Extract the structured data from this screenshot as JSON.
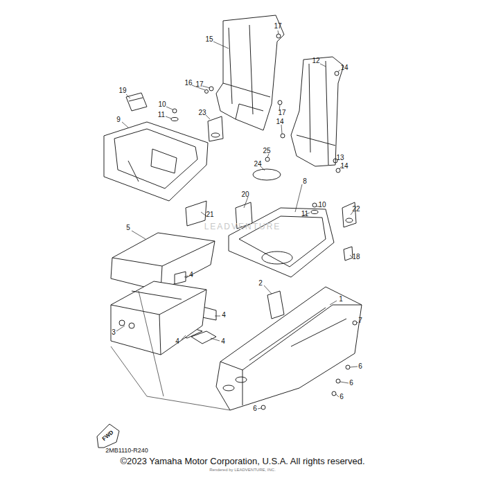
{
  "diagram": {
    "caption": "©2023 Yamaha Motor Corporation, U.S.A. All rights reserved.",
    "labels": [
      "17",
      "15",
      "12",
      "14",
      "16",
      "17",
      "19",
      "10",
      "17",
      "23",
      "11",
      "9",
      "14",
      "25",
      "13",
      "14",
      "24",
      "8",
      "20",
      "10",
      "22",
      "11",
      "21",
      "5",
      "LEADVENTURE",
      "18",
      "4",
      "2",
      "1",
      "4",
      "7",
      "3",
      "4",
      "4",
      "6",
      "6",
      "6",
      "6",
      "FWD",
      "2MB1110-R240",
      "Rendered by LEADVENTURE, INC."
    ]
  }
}
